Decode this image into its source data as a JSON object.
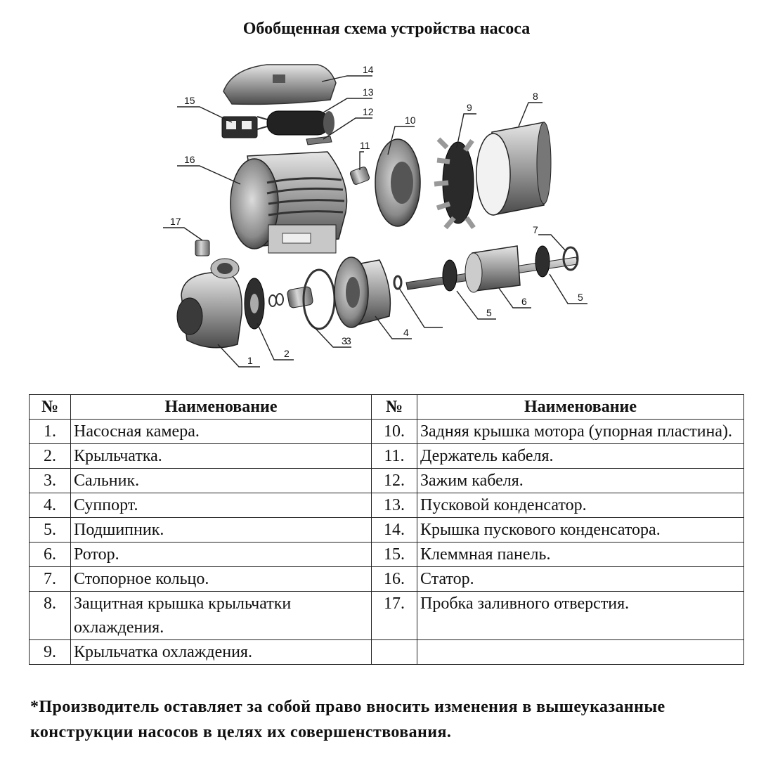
{
  "title": "Обобщенная схема устройства насоса",
  "diagram": {
    "callouts": [
      "1",
      "2",
      "3",
      "3",
      "4",
      "5",
      "5",
      "6",
      "7",
      "8",
      "9",
      "10",
      "11",
      "12",
      "13",
      "14",
      "15",
      "16",
      "17"
    ]
  },
  "table": {
    "headers": {
      "num_left": "№",
      "name_left": "Наименование",
      "num_right": "№",
      "name_right": "Наименование"
    },
    "rows": [
      {
        "n1": "1.",
        "name1": "Насосная камера.",
        "n2": "10.",
        "name2": "Задняя крышка мотора (упорная пластина)."
      },
      {
        "n1": "2.",
        "name1": "Крыльчатка.",
        "n2": "11.",
        "name2": "Держатель кабеля."
      },
      {
        "n1": "3.",
        "name1": "Сальник.",
        "n2": "12.",
        "name2": "Зажим кабеля."
      },
      {
        "n1": "4.",
        "name1": "Суппорт.",
        "n2": "13.",
        "name2": "Пусковой конденсатор."
      },
      {
        "n1": "5.",
        "name1": "Подшипник.",
        "n2": "14.",
        "name2": "Крышка пускового конденсатора."
      },
      {
        "n1": "6.",
        "name1": "Ротор.",
        "n2": "15.",
        "name2": "Клеммная панель."
      },
      {
        "n1": "7.",
        "name1": "Стопорное кольцо.",
        "n2": "16.",
        "name2": "Статор."
      },
      {
        "n1": "8.",
        "name1": "Защитная крышка крыльчатки охлаждения.",
        "n2": "17.",
        "name2": "Пробка заливного отверстия."
      },
      {
        "n1": "9.",
        "name1": "Крыльчатка охлаждения.",
        "n2": "",
        "name2": ""
      }
    ]
  },
  "footnote": "*Производитель оставляет за собой право вносить изменения в вышеуказанные конструкции насосов в целях их совершенствования."
}
